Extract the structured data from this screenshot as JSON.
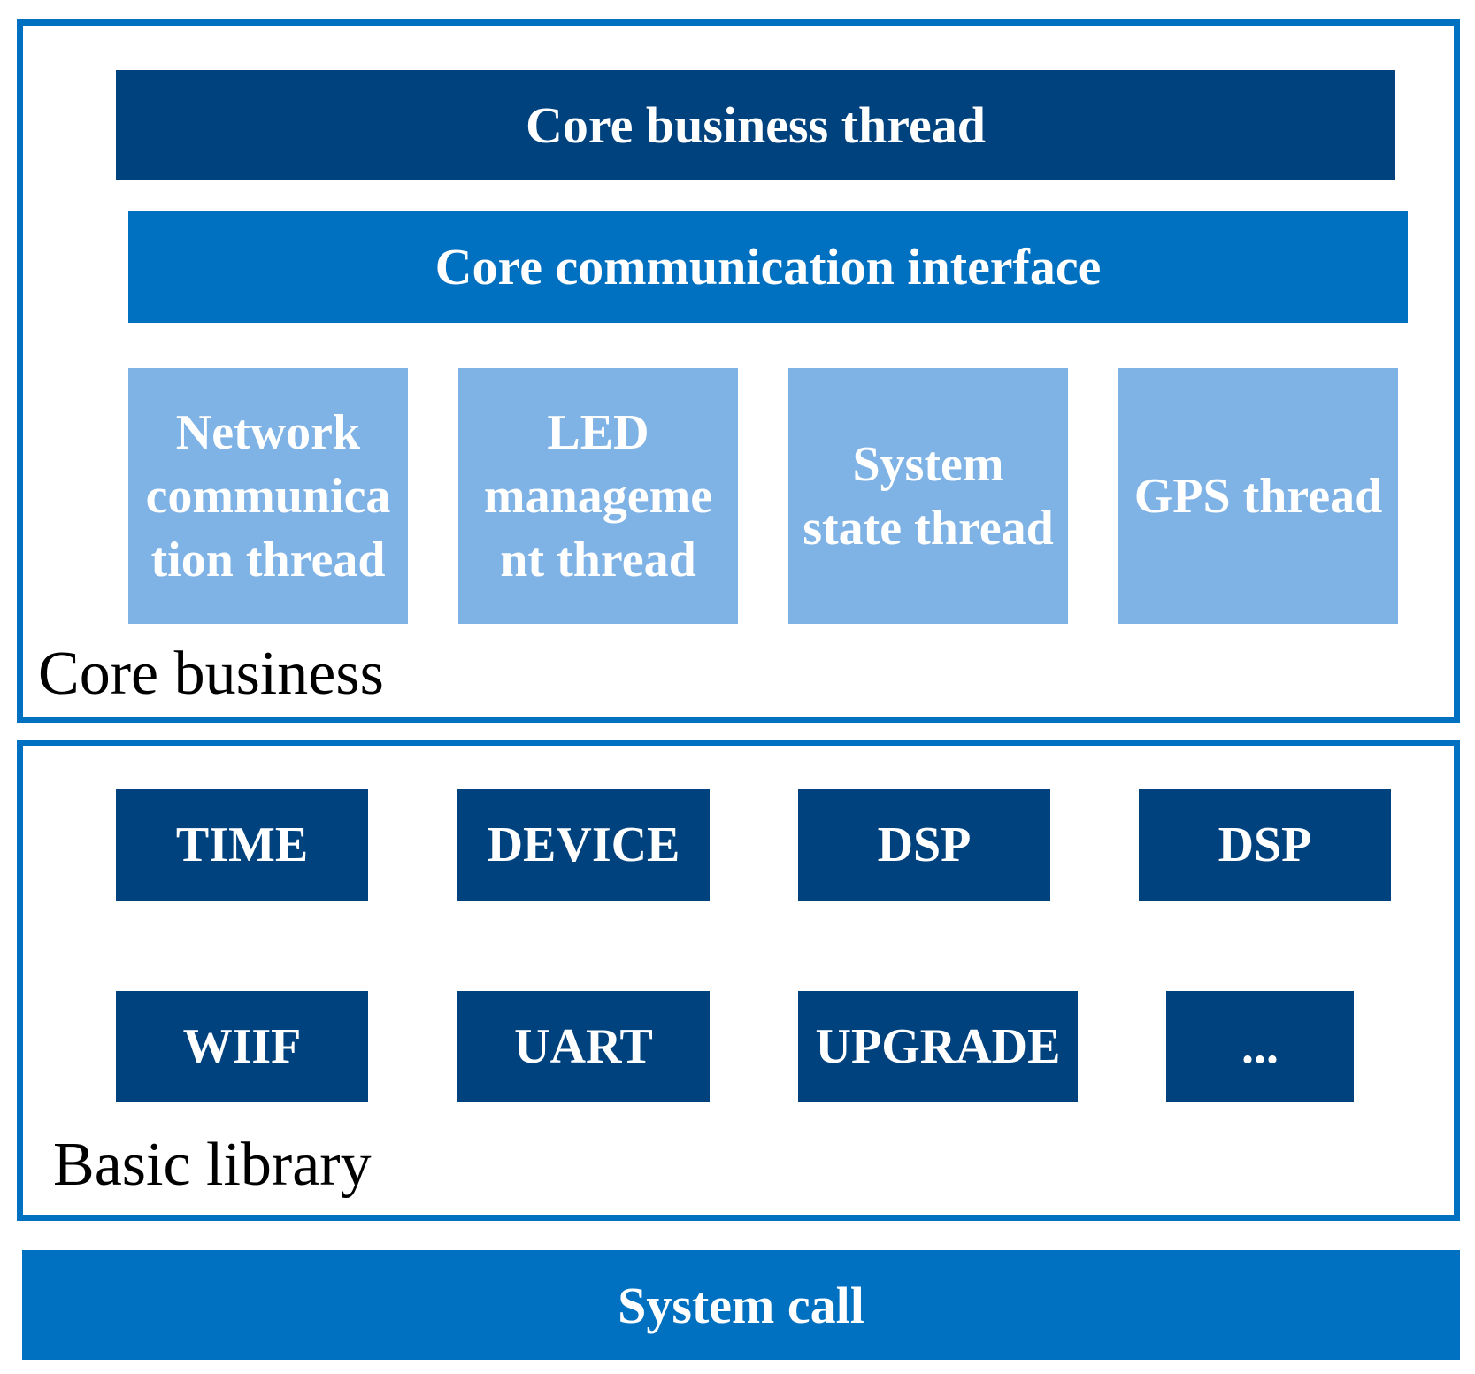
{
  "colors": {
    "dark_blue": "#00427e",
    "mid_blue": "#0070c0",
    "light_blue": "#7fb2e5",
    "border_blue": "#0070c0"
  },
  "core_business": {
    "caption": "Core business",
    "core_business_thread": "Core business thread",
    "core_communication_interface": "Core communication interface",
    "threads": [
      {
        "lines": [
          "Network",
          "communica",
          "tion thread"
        ]
      },
      {
        "lines": [
          "LED",
          "manageme",
          "nt thread"
        ]
      },
      {
        "lines": [
          "System",
          "state thread"
        ]
      },
      {
        "lines": [
          "GPS thread"
        ]
      }
    ]
  },
  "basic_library": {
    "caption": "Basic library",
    "modules": [
      "TIME",
      "DEVICE",
      "DSP",
      "DSP",
      "WIIF",
      "UART",
      "UPGRADE",
      "..."
    ]
  },
  "system_call": "System call"
}
